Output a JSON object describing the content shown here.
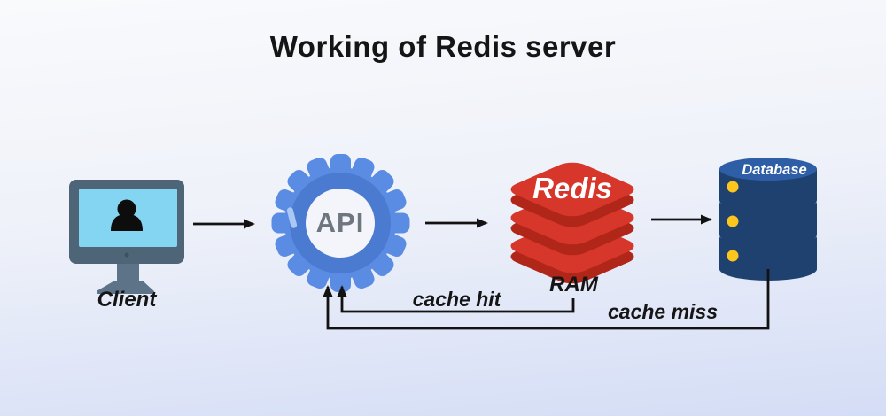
{
  "title": "Working of Redis server",
  "nodes": {
    "client": {
      "label": "Client"
    },
    "api": {
      "label": "API"
    },
    "redis": {
      "label": "Redis",
      "sublabel": "RAM"
    },
    "database": {
      "label": "Database"
    }
  },
  "edges": {
    "client_to_api": {
      "label": ""
    },
    "api_to_redis": {
      "label": ""
    },
    "redis_to_db": {
      "label": ""
    },
    "cache_hit": {
      "label": "cache hit"
    },
    "cache_miss": {
      "label": "cache miss"
    }
  },
  "colors": {
    "background_top": "#f9fafc",
    "background_bottom": "#d4ddf6",
    "line": "#121212",
    "label_text": "#151515",
    "gear_blue": "#5b8ce4",
    "gear_ring": "#4b7bd0",
    "gear_center": "#f3f5fb",
    "gear_highlight": "#a9c8f4",
    "api_text": "#6e7680",
    "monitor_frame": "#4d6576",
    "monitor_screen": "#84d5f2",
    "monitor_stand": "#5d7488",
    "person": "#0d0d0d",
    "redis_top": "#d7372a",
    "redis_side": "#b02619",
    "redis_text": "#ffffff",
    "db_body": "#1e4170",
    "db_top": "#2e5ea6",
    "db_dot": "#fcc61d",
    "db_text": "#ffffff"
  }
}
